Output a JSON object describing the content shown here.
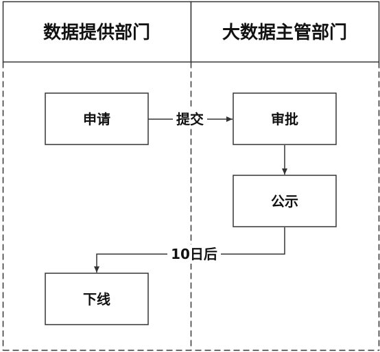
{
  "lanes": {
    "left": {
      "title": "数据提供部门"
    },
    "right": {
      "title": "大数据主管部门"
    }
  },
  "nodes": {
    "apply": {
      "label": "申请"
    },
    "approve": {
      "label": "审批"
    },
    "publicize": {
      "label": "公示"
    },
    "offline": {
      "label": "下线"
    }
  },
  "edges": {
    "submit": {
      "label": "提交"
    },
    "approve_to_publicize": {
      "label": ""
    },
    "after_10_days": {
      "label": "10日后"
    }
  },
  "colors": {
    "line": "#333333",
    "text": "#111111",
    "background": "#ffffff"
  }
}
